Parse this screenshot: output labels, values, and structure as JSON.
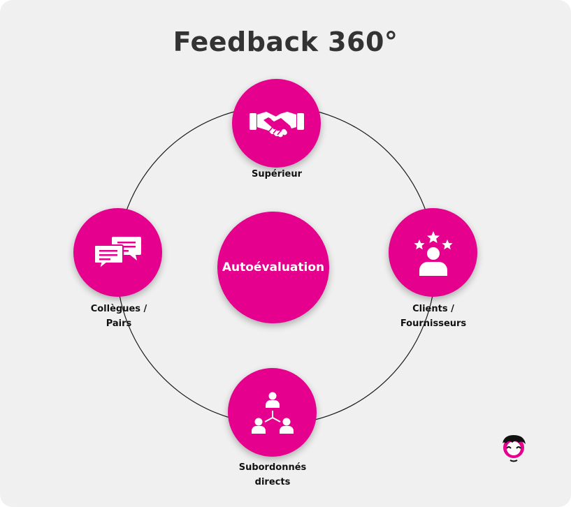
{
  "title": "Feedback 360°",
  "accent_color": "#e5008e",
  "center": {
    "label": "Autoévaluation"
  },
  "nodes": {
    "top": {
      "label_lines": [
        "Supérieur"
      ],
      "icon": "handshake-icon"
    },
    "left": {
      "label_lines": [
        "Collègues /",
        "Pairs"
      ],
      "icon": "chat-bubbles-icon"
    },
    "right": {
      "label_lines": [
        "Clients /",
        "Fournisseurs"
      ],
      "icon": "rated-person-icon"
    },
    "bottom": {
      "label_lines": [
        "Subordonnés",
        "directs"
      ],
      "icon": "team-hierarchy-icon"
    }
  },
  "logo": {
    "icon": "mascot-logo-icon"
  }
}
